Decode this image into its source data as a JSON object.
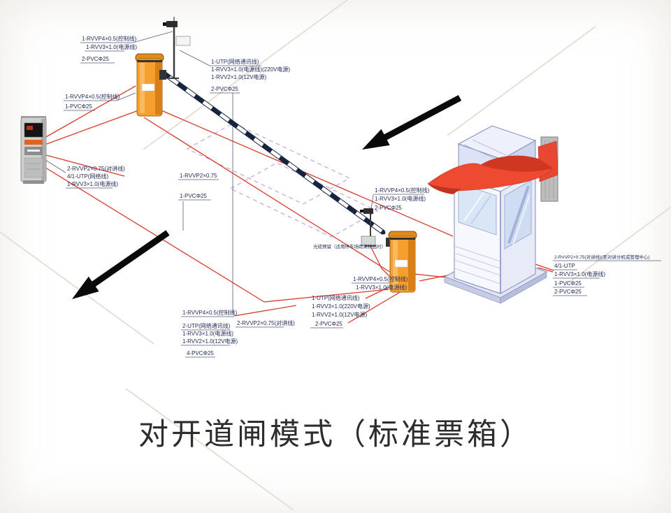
{
  "title": "对开道闸模式（标准票箱）",
  "colors": {
    "wire_red": "#d93a28",
    "barrier_orange": "#f49f2e",
    "booth_red": "#ee4a31",
    "booth_frame_blue": "#8089bb",
    "label_text": "#232d5a",
    "arrow_black": "#0a0a0a",
    "island_dash_purple": "#c9a3da",
    "road_line": "#e3e0d6"
  },
  "labels": {
    "g0": {
      "lines": [
        "1-RVVP4×0.5(控制线)",
        "1-RVV3×1.0(电源线)",
        "2-PVCΦ25"
      ]
    },
    "g1": {
      "lines": [
        "1-RVVP4×0.5(控制线)",
        "1-PVCΦ25"
      ]
    },
    "g2": {
      "lines": [
        "1-UTP(网络通讯线)",
        "1-RVV3×1.0(电源线)(220V电源)",
        "1-RVV2×1.0(12V电源)",
        "2-PVCΦ25"
      ]
    },
    "g3": {
      "lines": [
        "2-RVVP2×0.75(对讲线)",
        "4/1-UTP(网络线)",
        "1-RVV3×1.0(电源线)"
      ]
    },
    "g4": {
      "lines": [
        "1-RVVP2×0.75",
        "1-PVCΦ25"
      ]
    },
    "g5": {
      "lines": [
        "1-RVVP4×0.5(控制线)",
        "1-RVV3×1.0(电源线)",
        "2-PVCΦ25"
      ]
    },
    "g6": {
      "lines": [
        "光缆预留（适用停车场距离较远时）"
      ]
    },
    "g7": {
      "lines": [
        "1-RVVP4×0.5(控制线)",
        "1-RVV3×1.0(电源线)"
      ]
    },
    "g8": {
      "lines": [
        "1-UTP(网络通讯线)",
        "1-RVV3×1.0(220V电源)",
        "1-RVV2×1.0(12V电源)",
        "2-PVCΦ25"
      ]
    },
    "g9": {
      "lines": [
        "1-RVVP4×0.5(控制线)",
        "2-UTP(网络通讯线)",
        "1-RVV3×1.0(电源线)",
        "1-RVV2×1.0(12V电源)",
        "4-PVCΦ25"
      ]
    },
    "g9b": {
      "lines": [
        "2-RVVP2×0.75(对讲线)"
      ]
    },
    "g10": {
      "lines": [
        "2-RVVP2×0.75(对讲线)(至对讲分机或管理中心)",
        "4/1-UTP",
        "1-RVV3×1.0(电源线)",
        "1-PVCΦ25",
        "2-PVCΦ25"
      ]
    }
  }
}
